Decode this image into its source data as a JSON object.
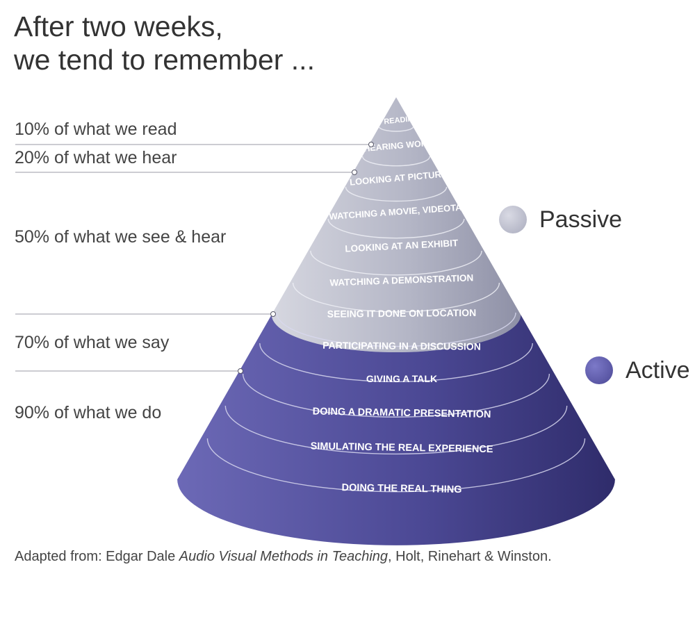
{
  "title": {
    "line1": "After two weeks,",
    "line2": "we tend to remember ..."
  },
  "retention_labels": [
    "10% of what we read",
    "20% of what we hear",
    "50% of what we see & hear",
    "70% of what we say",
    "90% of what we do"
  ],
  "cone_layers": [
    {
      "label": "READING",
      "group": "passive"
    },
    {
      "label": "HEARING WORDS",
      "group": "passive"
    },
    {
      "label": "LOOKING AT PICTURES",
      "group": "passive"
    },
    {
      "label": "WATCHING A MOVIE, VIDEOTAPE",
      "group": "passive"
    },
    {
      "label": "LOOKING AT AN EXHIBIT",
      "group": "passive"
    },
    {
      "label": "WATCHING A DEMONSTRATION",
      "group": "passive"
    },
    {
      "label": "SEEING IT DONE ON LOCATION",
      "group": "passive"
    },
    {
      "label": "PARTICIPATING IN A DISCUSSION",
      "group": "active"
    },
    {
      "label": "GIVING A TALK",
      "group": "active"
    },
    {
      "label": "DOING A DRAMATIC PRESENTATION",
      "group": "active"
    },
    {
      "label": "SIMULATING THE REAL EXPERIENCE",
      "group": "active"
    },
    {
      "label": "DOING THE REAL THING",
      "group": "active"
    }
  ],
  "legend": {
    "passive": {
      "label": "Passive",
      "color": "#a9abbd"
    },
    "active": {
      "label": "Active",
      "color": "#4b4895"
    }
  },
  "colors": {
    "passive_light": "#d6d7e0",
    "passive_dark": "#8e90a6",
    "active_light": "#6c69b6",
    "active_dark": "#2f2c6b"
  },
  "footnote": {
    "prefix": "Adapted from: Edgar Dale ",
    "italic": "Audio Visual Methods in Teaching",
    "suffix": ", Holt, Rinehart & Winston."
  }
}
